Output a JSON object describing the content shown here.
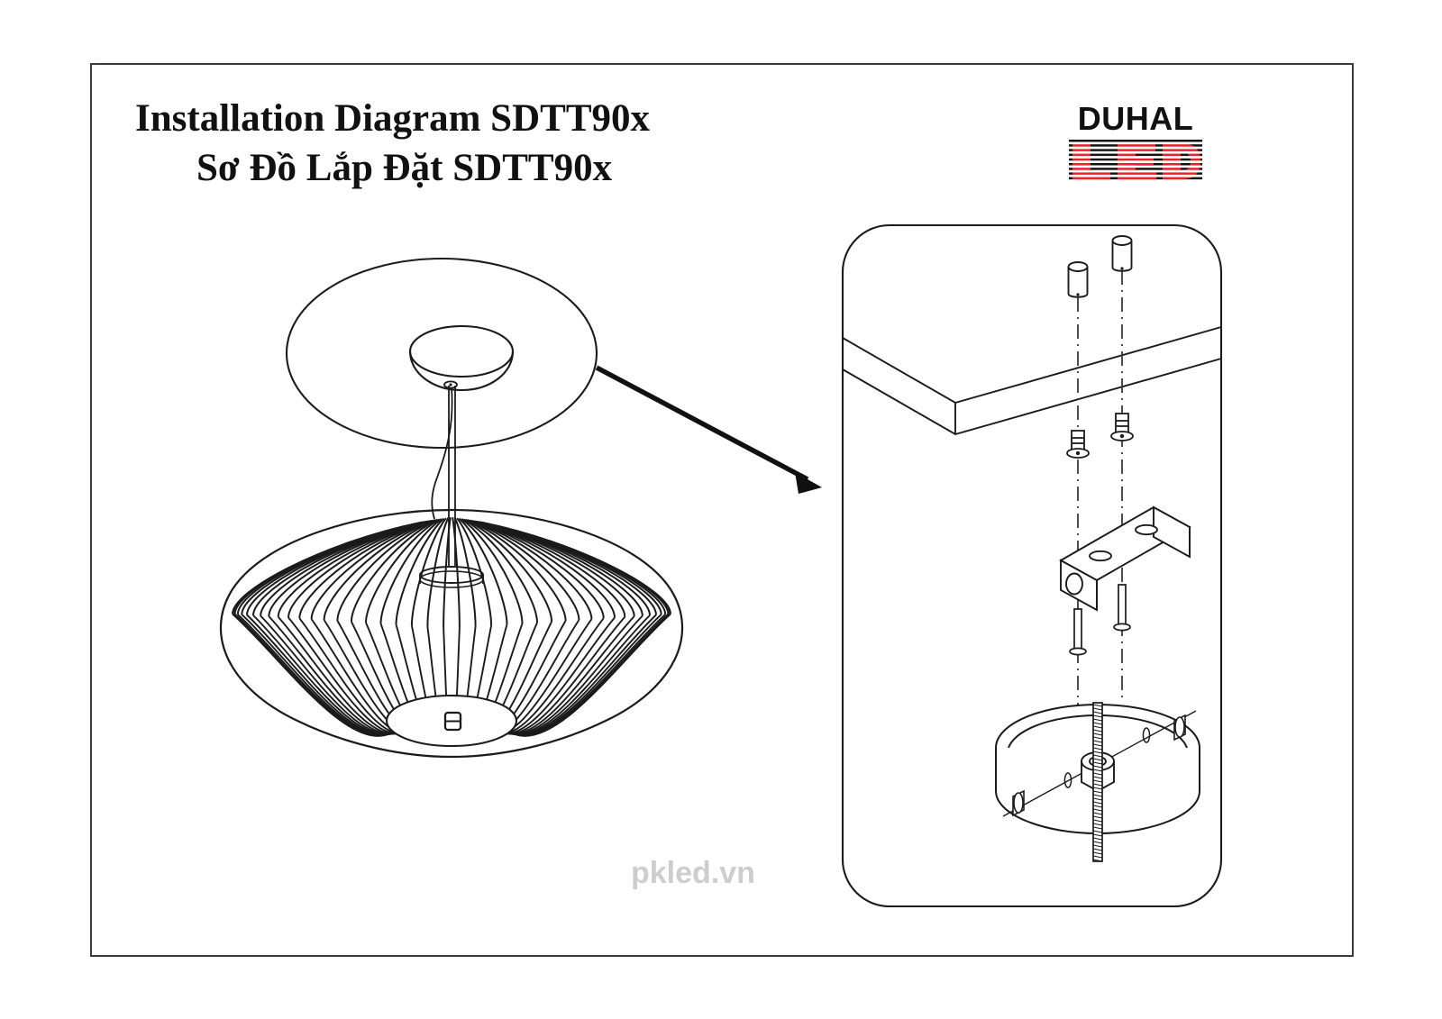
{
  "document": {
    "type": "installation-diagram",
    "product_code": "SDTT90x",
    "background_color": "#ffffff",
    "border_color": "#3a3a44",
    "line_color": "#1b1b1b"
  },
  "title": {
    "line1": "Installation Diagram SDTT90x",
    "line2": "Sơ Đồ Lắp Đặt SDTT90x"
  },
  "logo": {
    "brand": "DUHAL",
    "sub": "LED",
    "brand_color": "#111111",
    "led_red": "#e8212a",
    "led_black": "#111111"
  },
  "watermark": {
    "text": "pkled.vn",
    "color": "#cdcdcd"
  },
  "figures": {
    "assembly": {
      "name": "Pendant lamp assembly view",
      "parts": [
        "ceiling-plate",
        "canopy-dome",
        "suspension-rod",
        "power-cable",
        "lamp-shade-petals",
        "bottom-finial"
      ],
      "shade_petal_count": 44
    },
    "detail_panel": {
      "name": "Ceiling mounting detail",
      "parts": [
        "ceiling-slab-corner",
        "wall-plug-left",
        "wall-plug-right",
        "expansion-bolt-left",
        "expansion-bolt-right",
        "u-channel-bracket",
        "bracket-hole-1",
        "bracket-hole-2",
        "bracket-hole-3",
        "canopy-cup",
        "hex-nut",
        "threaded-rod",
        "fixing-screw-left",
        "fixing-screw-right",
        "centerline-left",
        "centerline-right"
      ]
    },
    "callout_arrow": {
      "from": "ceiling-plate-edge",
      "to": "detail-panel"
    }
  }
}
